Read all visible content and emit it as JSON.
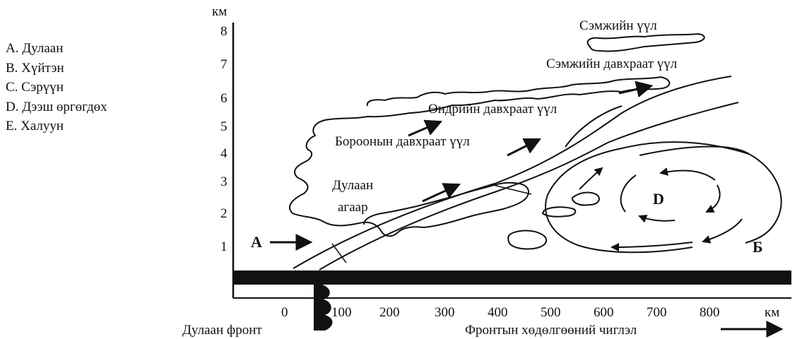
{
  "options": [
    {
      "text": "A. Дулаан"
    },
    {
      "text": "B. Хүйтэн"
    },
    {
      "text": "C. Сэрүүн"
    },
    {
      "text": "D. Дээш өргөгдөх"
    },
    {
      "text": "E. Халуун"
    }
  ],
  "diagram": {
    "y_axis_unit": "км",
    "y_ticks": [
      "8",
      "7",
      "6",
      "5",
      "4",
      "3",
      "2",
      "1"
    ],
    "x_ticks": [
      "0",
      "100",
      "200",
      "300",
      "400",
      "500",
      "600",
      "700",
      "800"
    ],
    "x_axis_unit": "км",
    "clouds": {
      "cirrus": "Сэмжийн үүл",
      "cirrostratus": "Сэмжийн давхраат үүл",
      "altostratus": "Өндрийн давхраат үүл",
      "nimbostratus": "Бороонын давхраат үүл"
    },
    "warm_air_line1": "Дулаан",
    "warm_air_line2": "агаар",
    "label_a": "A",
    "label_b": "Б",
    "label_d": "D",
    "warm_front": "Дулаан фронт",
    "front_direction": "Фронтын хөдөлгөөний чиглэл"
  }
}
